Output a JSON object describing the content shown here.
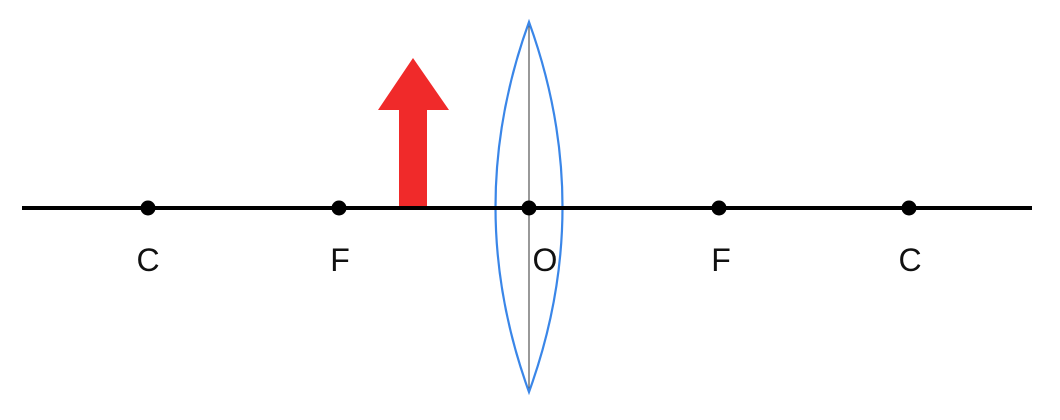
{
  "diagram": {
    "description_labels": {
      "C_left": "C",
      "F_left": "F",
      "O": "O",
      "F_right": "F",
      "C_right": "C"
    },
    "colors": {
      "axis": "#000000",
      "lens": "#3a86e8",
      "lens_axis": "#555555",
      "object_arrow": "#f02a2a",
      "points": "#000000",
      "labels": "#111111"
    }
  }
}
